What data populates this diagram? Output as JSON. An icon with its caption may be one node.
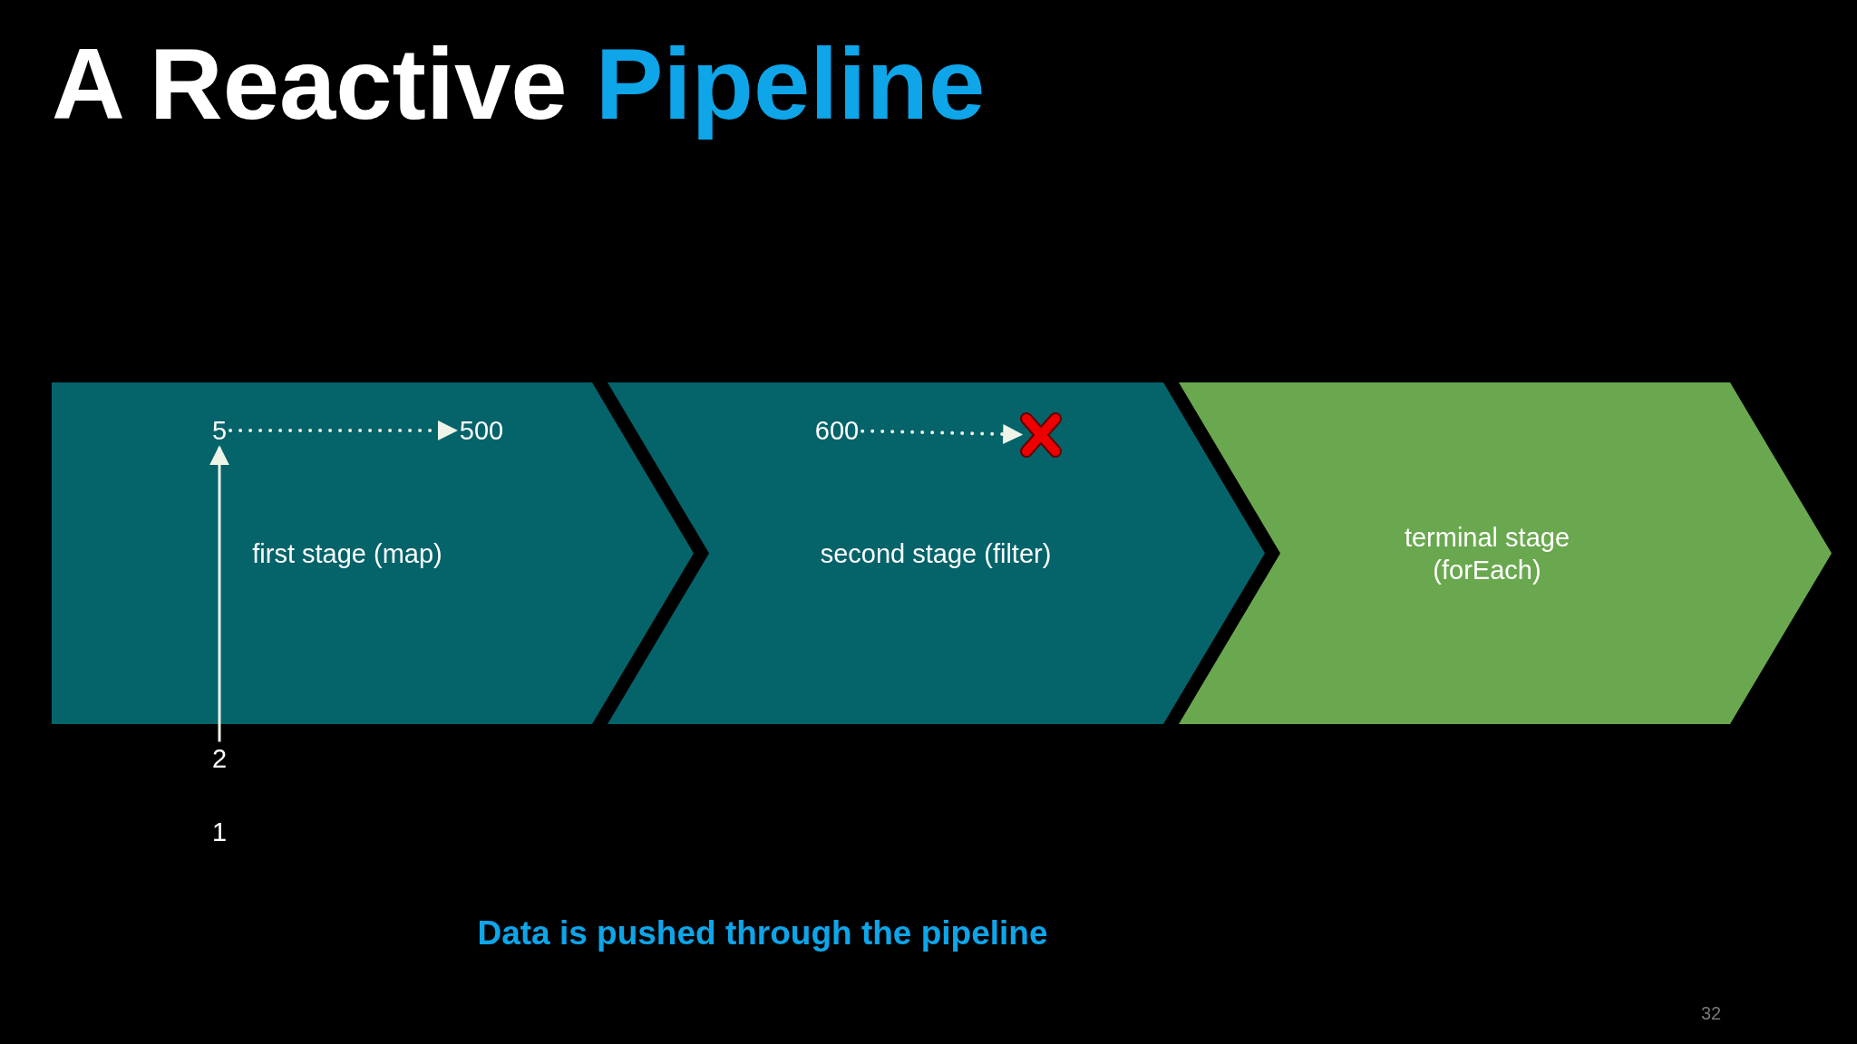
{
  "diagram": {
    "title": "A Reactive Pipeline",
    "caption": "Data is pushed through the pipeline",
    "nodes": [
      {
        "text": [
          "first stage (map)"
        ]
      },
      {
        "text": [
          "second stage (filter)"
        ]
      },
      {
        "text": [
          "terminal stage (forEach)"
        ]
      },
      {
        "text": [
          "5"
        ],
        "in": 0
      },
      {
        "text": [
          "500"
        ],
        "in": 0
      },
      {
        "text": [
          "600"
        ],
        "in": 1
      },
      {
        "text": [],
        "shape": "cross",
        "in": 1
      },
      {
        "text": [
          "2"
        ]
      },
      {
        "text": [
          "1"
        ]
      }
    ],
    "edges": [
      {
        "from": 7,
        "to": 3,
        "arrow": "to"
      },
      {
        "from": 3,
        "to": 4,
        "arrow": "to",
        "style": "dashed"
      },
      {
        "from": 5,
        "to": 6,
        "arrow": "to",
        "style": "dashed"
      }
    ],
    "labels": [
      "32"
    ]
  }
}
